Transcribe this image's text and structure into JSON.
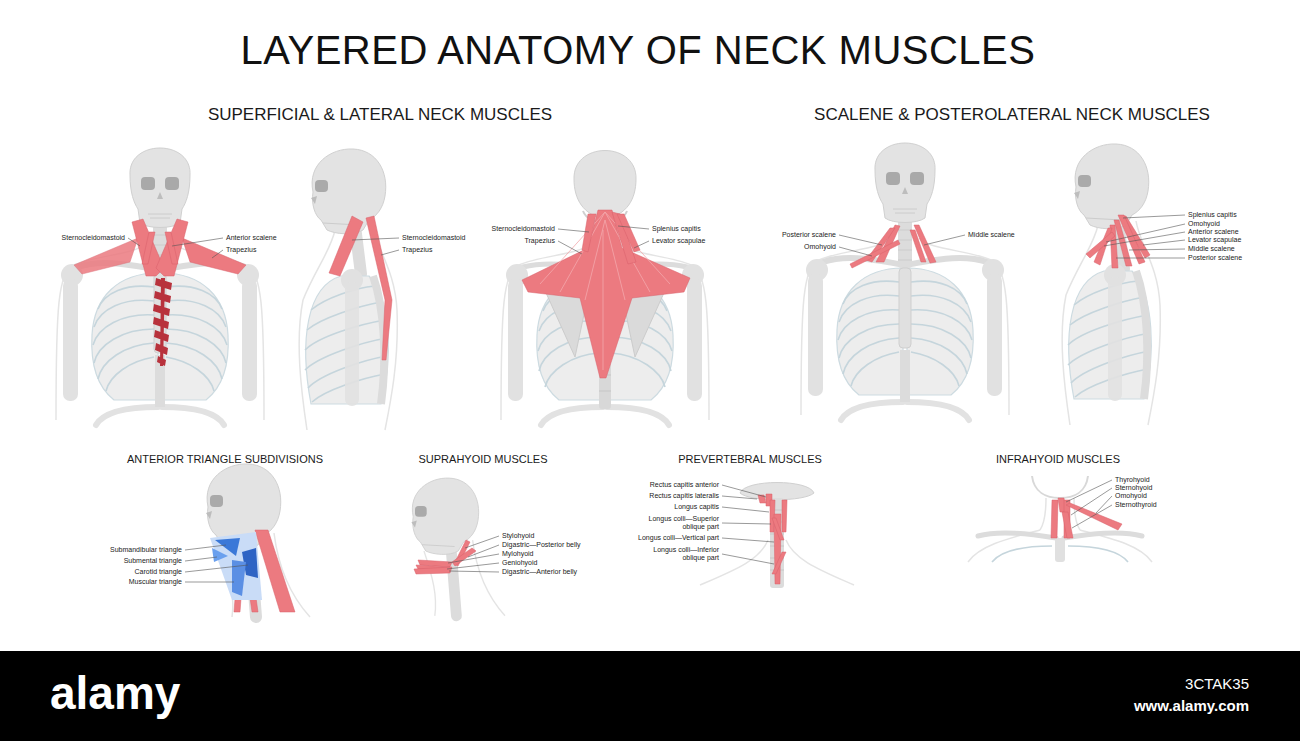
{
  "diagram": {
    "title": "LAYERED ANATOMY OF NECK MUSCLES",
    "labels": [
      "SUPERFICIAL & LATERAL NECK MUSCLES",
      "SCALENE & POSTEROLATERAL NECK MUSCLES",
      "Sternocleidomastoid",
      "Anterior scalene",
      "Trapezius",
      "Sternocleidomastoid",
      "Trapezius",
      "Sternocleidomastoid",
      "Trapezius",
      "Splenius capitis",
      "Levator scapulae",
      "Posterior scalene",
      "Omohyoid",
      "Middle scalene",
      "Splenius capitis",
      "Omohyoid",
      "Anterior scalene",
      "Levator scapulae",
      "Middle scalene",
      "Posterior scalene",
      "ANTERIOR TRIANGLE SUBDIVISIONS",
      "SUPRAHYOID MUSCLES",
      "PREVERTEBRAL MUSCLES",
      "INFRAHYOID MUSCLES",
      "Submandibular triangle",
      "Submental triangle",
      "Carotid triangle",
      "Muscular triangle",
      "Stylohyoid",
      "Digastric—Posterior belly",
      "Mylohyoid",
      "Geniohyoid",
      "Digastric—Anterior belly",
      "Rectus capitis anterior",
      "Rectus capitis lateralis",
      "Longus capitis",
      "Longus colli—Superior oblique part",
      "Longus colli—Vertical part",
      "Longus colli—Inferior oblique part",
      "Thyrohyoid",
      "Sternohyoid",
      "Omohyoid",
      "Sternothyroid",
      "alamy",
      "3CTAK35",
      "www.alamy.com"
    ]
  }
}
